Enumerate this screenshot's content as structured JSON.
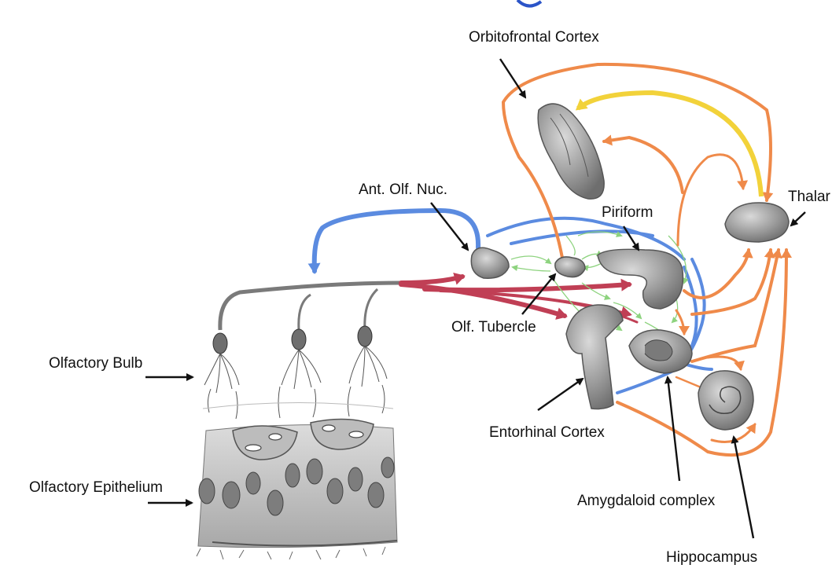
{
  "labels": {
    "orbitofrontal": "Orbitofrontal Cortex",
    "thalamus": "Thalar",
    "ant_olf_nuc": "Ant. Olf. Nuc.",
    "piriform": "Piriform",
    "olf_tubercle": "Olf. Tubercle",
    "olfactory_bulb": "Olfactory Bulb",
    "olfactory_epithelium": "Olfactory Epithelium",
    "entorhinal": "Entorhinal Cortex",
    "amygdaloid": "Amygdaloid complex",
    "hippocampus": "Hippocampus"
  },
  "colors": {
    "orange_pathway": "#ef8a4a",
    "yellow_pathway": "#f2d23a",
    "blue_pathway": "#5b8be0",
    "red_pathway": "#c03f55",
    "green_pathway": "#8ed37f",
    "structure_gray": "#8f8f8f"
  }
}
